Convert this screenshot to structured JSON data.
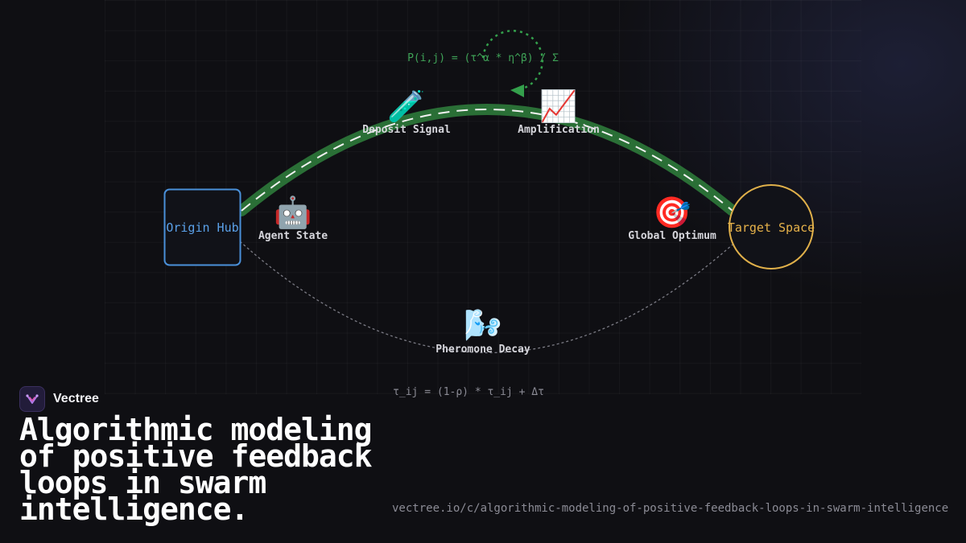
{
  "diagram": {
    "origin_label": "Origin Hub",
    "target_label": "Target Space",
    "formula_top": "P(i,j) = (τ^α * η^β) / Σ",
    "formula_bottom": "τ_ij = (1-ρ) * τ_ij + Δτ",
    "nodes": [
      {
        "icon": "🧪",
        "label": "Deposit Signal",
        "icon_name": "test-tube-icon"
      },
      {
        "icon": "📈",
        "label": "Amplification",
        "icon_name": "chart-increasing-icon"
      },
      {
        "icon": "🤖",
        "label": "Agent State",
        "icon_name": "robot-icon"
      },
      {
        "icon": "🎯",
        "label": "Global Optimum",
        "icon_name": "target-icon"
      },
      {
        "icon": "🌬️",
        "label": "Pheromone Decay",
        "icon_name": "wind-icon"
      }
    ],
    "colors": {
      "feedback_path": "#2d7a3a",
      "origin": "#4a90d9",
      "target": "#e0b04a",
      "formula_top": "#3fa357",
      "decay_path": "#9a9aa5"
    }
  },
  "brand": {
    "name": "Vectree"
  },
  "headline": "Algorithmic modeling of positive feedback loops in swarm intelligence.",
  "url": "vectree.io/c/algorithmic-modeling-of-positive-feedback-loops-in-swarm-intelligence"
}
